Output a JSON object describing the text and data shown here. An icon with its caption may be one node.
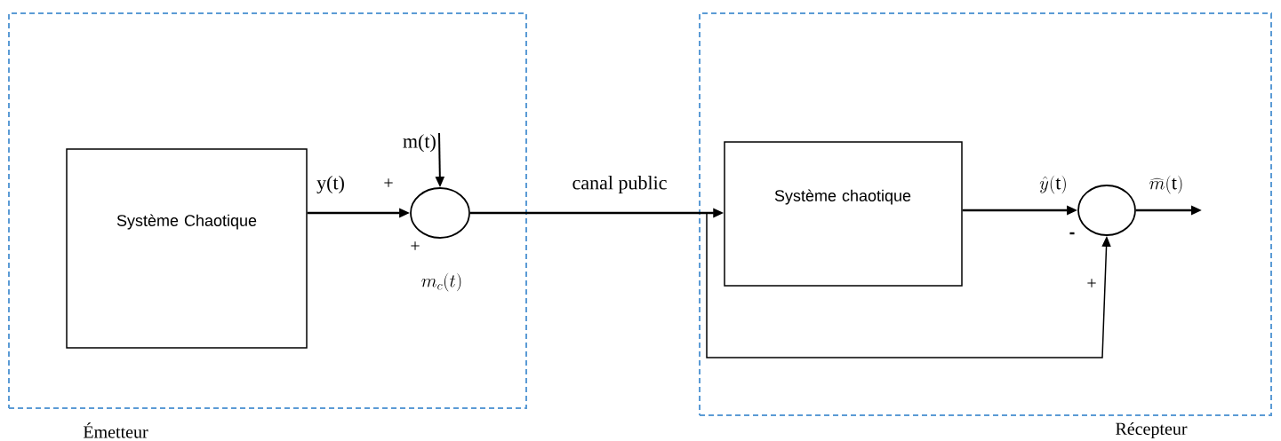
{
  "diagram": {
    "nodes": [
      {
        "text": [
          "Émetteur"
        ]
      },
      {
        "text": [
          "Système Chaotique"
        ],
        "in": 0
      },
      {
        "text": [],
        "shape": "circle",
        "in": 0,
        "beside": [
          "+",
          "+"
        ]
      },
      {
        "text": [
          "m(t)"
        ],
        "in": 0
      },
      {
        "text": [
          "Récepteur"
        ]
      },
      {
        "text": [
          "Système chaotique"
        ],
        "in": 4
      },
      {
        "text": [],
        "shape": "circle",
        "in": 4,
        "beside": [
          "-",
          "+"
        ]
      }
    ],
    "edges": [
      {
        "from": 1,
        "to": 2,
        "arrow": "to",
        "label": "y(t)"
      },
      {
        "from": 3,
        "to": 2,
        "arrow": "to"
      },
      {
        "from": 2,
        "to": 5,
        "arrow": "to",
        "label": "canal public"
      },
      {
        "from": 2,
        "to": 6,
        "arrow": "to"
      },
      {
        "from": 5,
        "to": 6,
        "arrow": "to",
        "label": "\\hat{y}(\\mathrm{t})"
      },
      {
        "from": 6,
        "to": null,
        "arrow": "to",
        "label": "\\widehat{m}(\\mathrm{t})"
      }
    ],
    "labels": [
      "m_c(t)"
    ]
  }
}
